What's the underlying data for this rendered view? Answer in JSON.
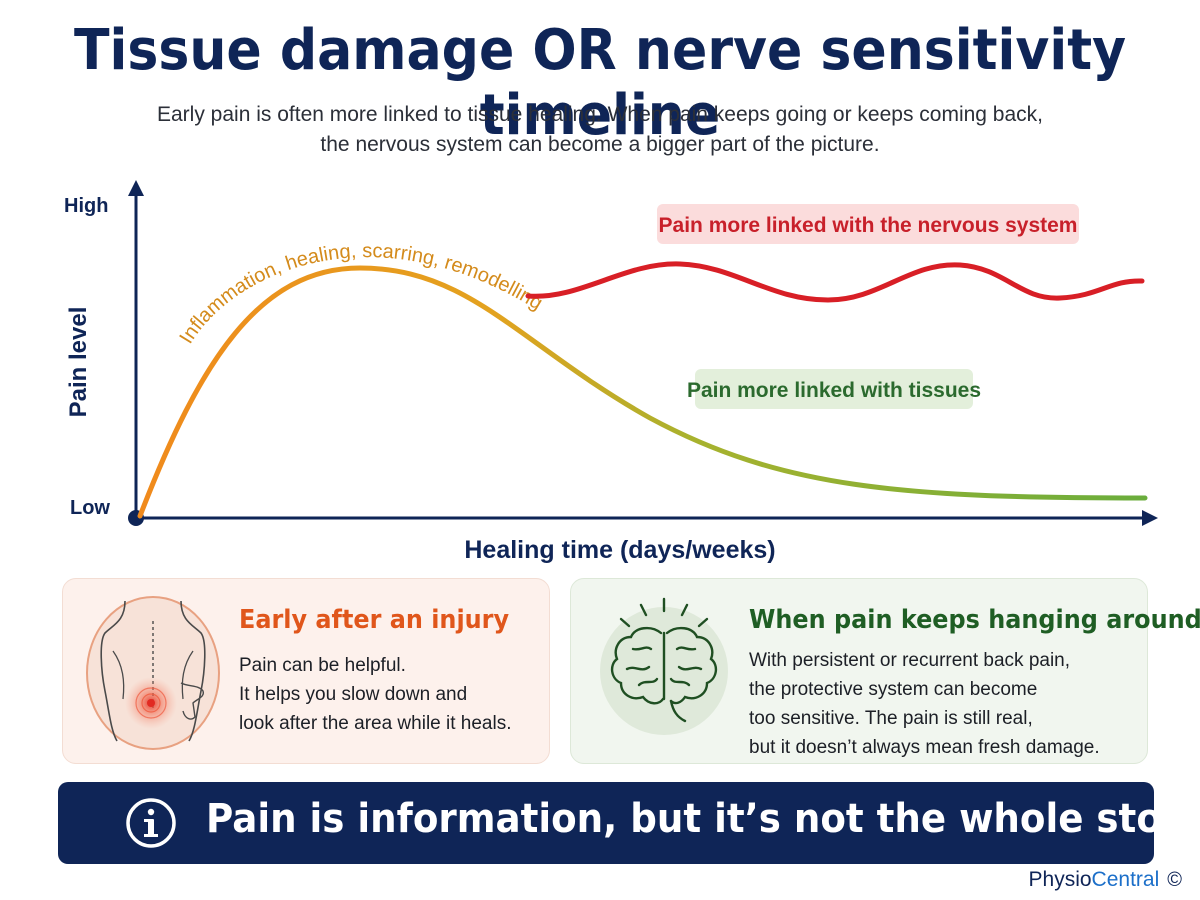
{
  "title": "Tissue damage OR nerve sensitivity timeline",
  "subtitle": {
    "line1": "Early pain is often more linked to tissue healing. When pain keeps going or keeps coming back,",
    "line2": "the nervous system can become a bigger part of the picture."
  },
  "chart": {
    "y_high": "High",
    "y_low": "Low",
    "y_label": "Pain level",
    "x_label": "Healing time (days/weeks)",
    "curve_label": "Inflammation, healing, scarring, remodelling",
    "nervous_label": "Pain more linked with the nervous system",
    "tissue_label": "Pain more linked with tissues",
    "colors": {
      "axis": "#0f2557",
      "tissue_start": "#f08a1c",
      "tissue_mid": "#c2b02a",
      "tissue_end": "#6aad3c",
      "nervous": "#d81f26",
      "nervous_label_bg": "#fbdcdc",
      "tissue_label_bg": "#e3efdb"
    }
  },
  "cards": {
    "early": {
      "title": "Early after an injury",
      "lines": [
        "Pain can be helpful.",
        "It helps you slow down and",
        "look after the area while it heals."
      ]
    },
    "persistent": {
      "title": "When pain keeps hanging around",
      "lines": [
        "With persistent or recurrent back pain,",
        "the protective system can become",
        "too sensitive. The pain is still real,",
        "but it doesn’t always mean fresh damage."
      ]
    }
  },
  "banner": {
    "icon": "info-icon",
    "text": "Pain is information, but it’s not the whole story."
  },
  "brand": {
    "part1": "Physio",
    "part2": "Central",
    "symbol": "©"
  }
}
